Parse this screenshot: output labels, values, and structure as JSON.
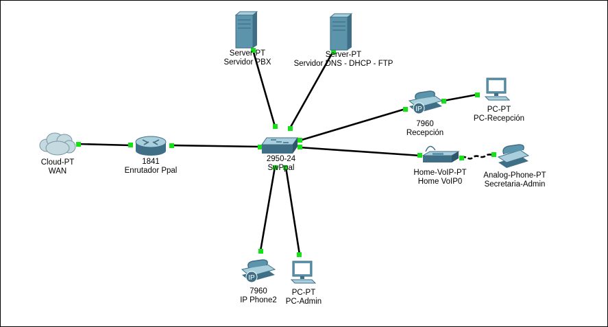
{
  "colors": {
    "cable": "#000000",
    "link_up": "#16e016",
    "device_dark": "#3f6f86",
    "device_mid": "#5c94ab",
    "device_light": "#a9cfdc"
  },
  "devices": {
    "cloud": {
      "model": "Cloud-PT",
      "name": "WAN",
      "icon": "cloud-icon"
    },
    "router": {
      "model": "1841",
      "name": "Enrutador Ppal",
      "icon": "router-icon"
    },
    "switch": {
      "model": "2950-24",
      "name": "SwPpal",
      "icon": "switch-icon"
    },
    "server_pbx": {
      "model": "Server-PT",
      "name": "Servidor PBX",
      "icon": "server-icon"
    },
    "server_dns": {
      "model": "Server-PT",
      "name": "Servidor DNS - DHCP - FTP",
      "icon": "server-icon"
    },
    "phone_rec": {
      "model": "7960",
      "name": "Recepción",
      "icon": "ip-phone-icon"
    },
    "pc_rec": {
      "model": "PC-PT",
      "name": "PC-Recepción",
      "icon": "pc-icon"
    },
    "home_voip": {
      "model": "Home-VoIP-PT",
      "name": "Home VoIP0",
      "icon": "home-voip-icon"
    },
    "analog": {
      "model": "Analog-Phone-PT",
      "name": "Secretaria-Admin",
      "icon": "analog-phone-icon"
    },
    "phone2": {
      "model": "7960",
      "name": "IP Phone2",
      "icon": "ip-phone-icon"
    },
    "pc_admin": {
      "model": "PC-PT",
      "name": "PC-Admin",
      "icon": "pc-icon"
    }
  },
  "links": [
    {
      "from": "cloud",
      "to": "router",
      "style": "solid"
    },
    {
      "from": "router",
      "to": "switch",
      "style": "solid"
    },
    {
      "from": "server_pbx",
      "to": "switch",
      "style": "solid"
    },
    {
      "from": "server_dns",
      "to": "switch",
      "style": "solid"
    },
    {
      "from": "switch",
      "to": "phone_rec",
      "style": "solid"
    },
    {
      "from": "phone_rec",
      "to": "pc_rec",
      "style": "solid"
    },
    {
      "from": "switch",
      "to": "home_voip",
      "style": "solid"
    },
    {
      "from": "home_voip",
      "to": "analog",
      "style": "phone-cable"
    },
    {
      "from": "switch",
      "to": "phone2",
      "style": "solid"
    },
    {
      "from": "switch",
      "to": "pc_admin",
      "style": "solid"
    }
  ]
}
